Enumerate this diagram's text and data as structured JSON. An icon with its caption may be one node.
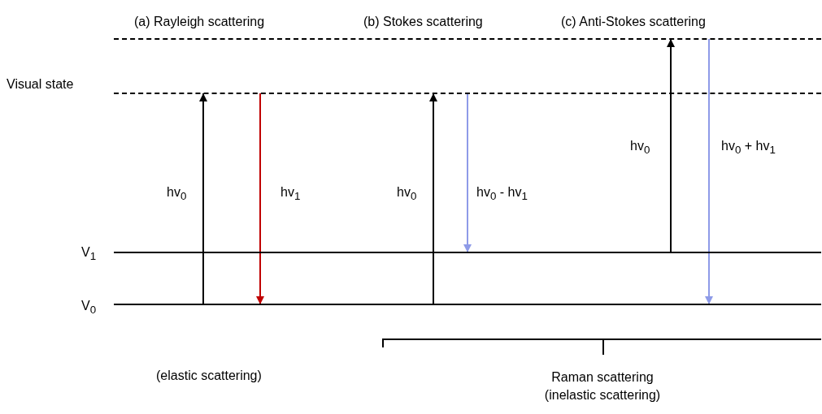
{
  "diagram": {
    "nodes": [
      {
        "text": [],
        "shape": "line"
      },
      {
        "text": [
          "Visual state"
        ]
      },
      {
        "text": [
          "V$_{1}$"
        ]
      },
      {
        "text": [
          "V$_{0}$"
        ]
      }
    ],
    "edges": [
      {
        "from": 3,
        "to": 1,
        "arrow": "to",
        "label": "hv$_{0}$"
      },
      {
        "from": 1,
        "to": 3,
        "arrow": "to",
        "label": "hv$_{1}$",
        "color": "#c00000"
      },
      {
        "from": 3,
        "to": 1,
        "arrow": "to",
        "label": "hv$_{0}$"
      },
      {
        "from": 1,
        "to": 2,
        "arrow": "to",
        "label": "hv$_{0}$ - hv$_{1}$",
        "color": "#8e9be8"
      },
      {
        "from": 2,
        "to": 0,
        "arrow": "to",
        "label": "hv$_{0}$"
      },
      {
        "from": 0,
        "to": 3,
        "arrow": "to",
        "label": "hv$_{0}$ + hv$_{1}$",
        "color": "#8e9be8"
      }
    ],
    "labels": [
      "(a) Rayleigh scattering",
      "(b) Stokes scattering",
      "(c) Anti-Stokes scattering",
      "(elastic scattering)",
      "Raman scattering (inelastic scattering)"
    ]
  }
}
